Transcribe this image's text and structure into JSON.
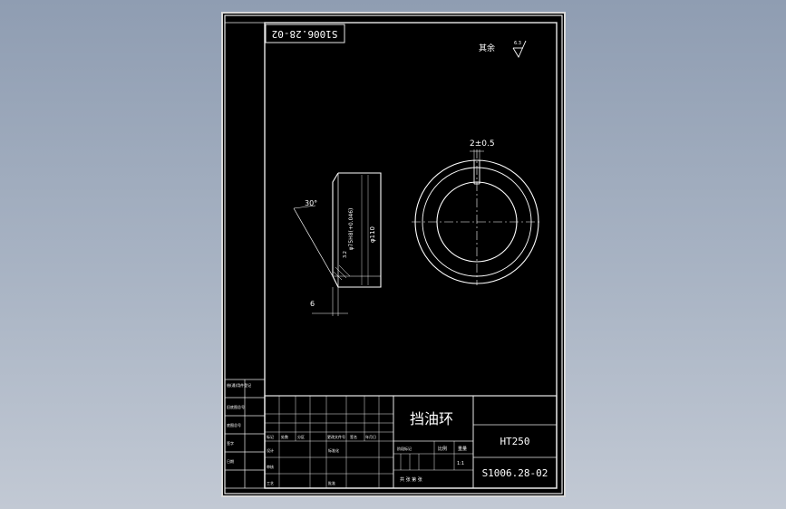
{
  "drawing_number_stamp": "S1006.28-02",
  "surface_note": {
    "label": "其余",
    "symbol_value": "6.3"
  },
  "front_view": {
    "slot_dimension": "2±0.5"
  },
  "section_view": {
    "chamfer_angle": "30°",
    "bore_diameter": "φ75H8(+0.046)",
    "outer_diameter": "φ110",
    "thickness": "6",
    "roughness_mark": "3.2"
  },
  "title_block": {
    "part_name": "挡油环",
    "material": "HT250",
    "drawing_number": "S1006.28-02",
    "scale_header": "比例",
    "scale_value": "1:1",
    "weight_label": "重量",
    "sheet_label": "共 张  第 张",
    "small_cells": [
      "标记",
      "处数",
      "分区",
      "更改文件号",
      "签名",
      "年月日",
      "设计",
      "标准化",
      "审核",
      "工艺",
      "批准",
      "阶段标记",
      "重量",
      "比例"
    ],
    "left_column": [
      "借(通)用件登记",
      "旧底图总号",
      "底图总号",
      "签字",
      "日期"
    ]
  }
}
